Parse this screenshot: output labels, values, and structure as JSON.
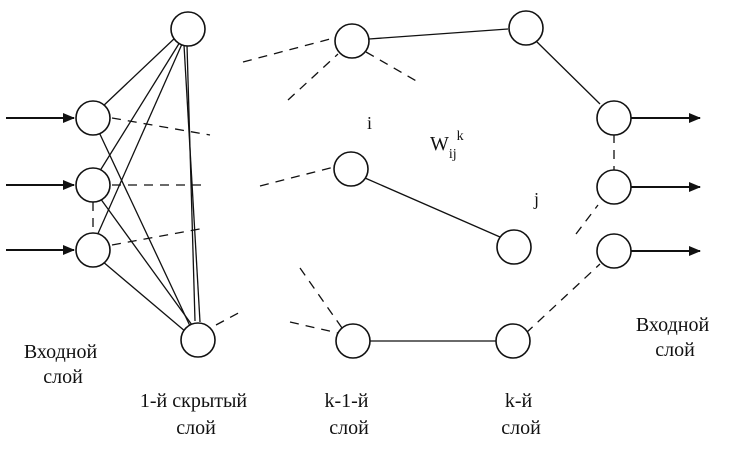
{
  "colors": {
    "stroke": "#111111",
    "background": "#ffffff"
  },
  "labels": {
    "input_layer": [
      "Входной",
      "слой"
    ],
    "hidden_layer_1": [
      "1-й скрытый",
      "слой"
    ],
    "layer_k_minus_1": [
      "k-1-й",
      "слой"
    ],
    "layer_k": [
      "k-й",
      "слой"
    ],
    "output_layer": [
      "Входной",
      "слой"
    ]
  },
  "symbols": {
    "neuron_i": "i",
    "neuron_j": "j",
    "weight_base": "W",
    "weight_sub": "ij",
    "weight_sup": "k"
  }
}
